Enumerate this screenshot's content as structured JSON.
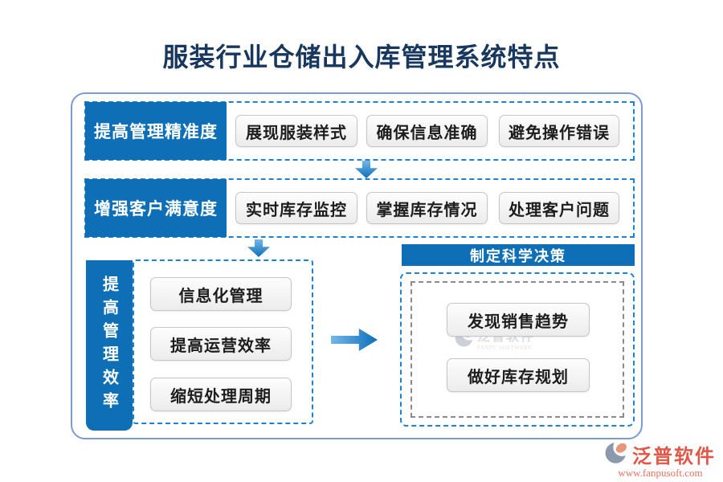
{
  "title": "服装行业仓储出入库管理系统特点",
  "colors": {
    "title_text": "#17375e",
    "accent_blue": "#0e6fb7",
    "dashed_blue": "#1c82d4",
    "frame_blue": "#7c9bd5",
    "chip_bg": "#f2f2f2",
    "logo_red": "#e25746",
    "logo_gray": "#8b99ab",
    "logo_salmon": "#e8957a"
  },
  "rows": [
    {
      "label": "提高管理精准度",
      "items": [
        "展现服装样式",
        "确保信息准确",
        "避免操作错误"
      ]
    },
    {
      "label": "增强客户满意度",
      "items": [
        "实时库存监控",
        "掌握库存情况",
        "处理客户问题"
      ]
    }
  ],
  "efficiency": {
    "label": "提高管理效率",
    "items": [
      "信息化管理",
      "提高运营效率",
      "缩短处理周期"
    ]
  },
  "decision": {
    "header": "制定科学决策",
    "items": [
      "发现销售趋势",
      "做好库存规划"
    ]
  },
  "watermark": {
    "name": "泛普软件",
    "sub": "FANPU SOFTWARE"
  },
  "logo": {
    "name": "泛普软件",
    "url": "www.fanpusoft.com"
  }
}
